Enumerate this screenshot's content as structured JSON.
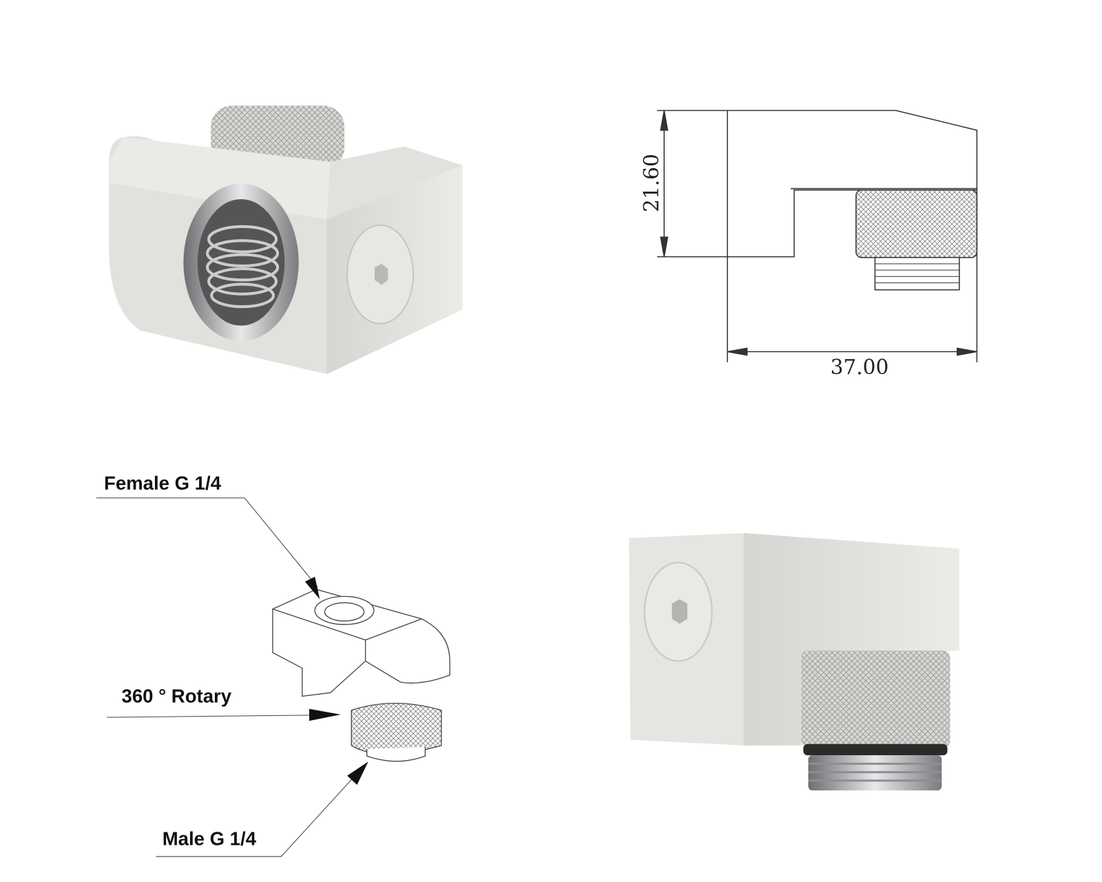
{
  "dimensions": {
    "height": "21.60",
    "width": "37.00"
  },
  "callouts": {
    "female": "Female G 1/4",
    "rotary": "360 ° Rotary",
    "male": "Male G 1/4"
  },
  "colors": {
    "body": "#e4e3df",
    "body_shade": "#cfcdc8",
    "chrome": "#a9aaad",
    "line": "#333333"
  }
}
